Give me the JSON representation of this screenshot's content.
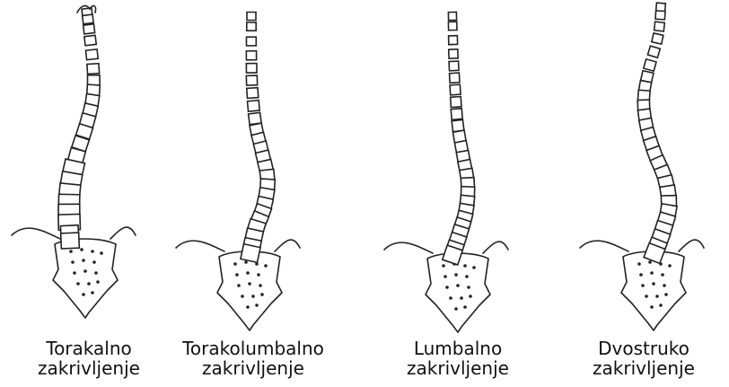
{
  "figures": [
    {
      "id": "thoracic",
      "label_line1": "Torakalno",
      "label_line2": "zakrivljenje",
      "icon": "spine-thoracic-curve-icon"
    },
    {
      "id": "thoracolumbar",
      "label_line1": "Torakolumbalno",
      "label_line2": "zakrivljenje",
      "icon": "spine-thoracolumbar-curve-icon"
    },
    {
      "id": "lumbar",
      "label_line1": "Lumbalno",
      "label_line2": "zakrivljenje",
      "icon": "spine-lumbar-curve-icon"
    },
    {
      "id": "double",
      "label_line1": "Dvostruko",
      "label_line2": "zakrivljenje",
      "icon": "spine-double-curve-icon"
    }
  ],
  "colors": {
    "stroke": "#222222",
    "background": "#ffffff",
    "text": "#111111"
  }
}
